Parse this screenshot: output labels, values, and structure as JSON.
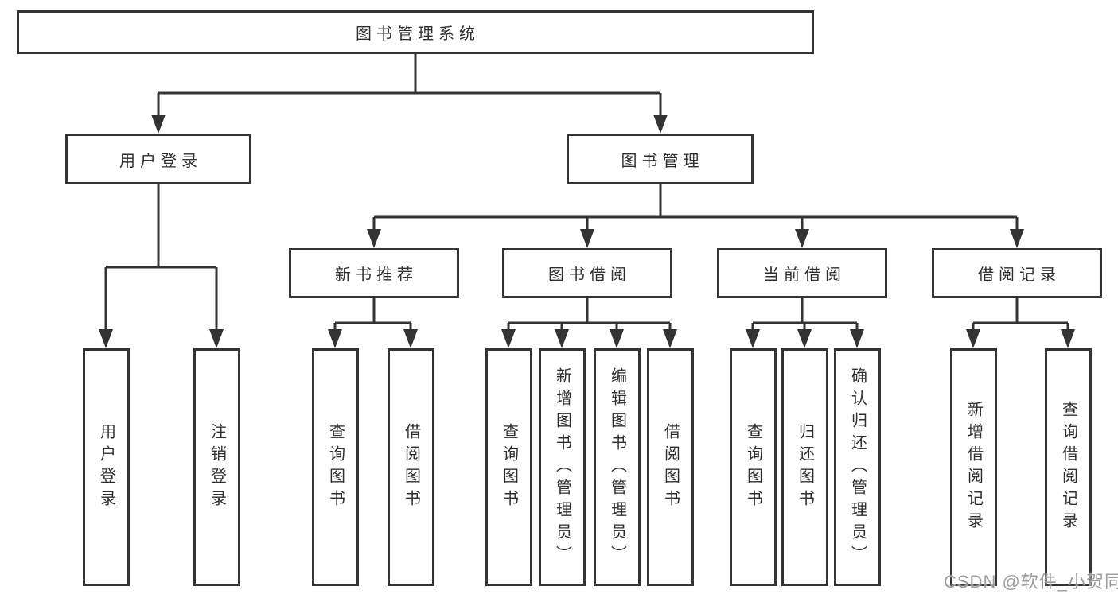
{
  "diagram": {
    "root": {
      "label": "图书管理系统"
    },
    "branches": [
      {
        "label": "用户登录",
        "children": [
          {
            "label": "用户登录"
          },
          {
            "label": "注销登录"
          }
        ]
      },
      {
        "label": "图书管理",
        "children": [
          {
            "label": "新书推荐",
            "children": [
              {
                "label": "查询图书"
              },
              {
                "label": "借阅图书"
              }
            ]
          },
          {
            "label": "图书借阅",
            "children": [
              {
                "label": "查询图书"
              },
              {
                "label": "新增图书（管理员）"
              },
              {
                "label": "编辑图书（管理员）"
              },
              {
                "label": "借阅图书"
              }
            ]
          },
          {
            "label": "当前借阅",
            "children": [
              {
                "label": "查询图书"
              },
              {
                "label": "归还图书"
              },
              {
                "label": "确认归还（管理员）"
              }
            ]
          },
          {
            "label": "借阅记录",
            "children": [
              {
                "label": "新增借阅记录"
              },
              {
                "label": "查询借阅记录"
              }
            ]
          }
        ]
      }
    ]
  },
  "watermark": {
    "text": "CSDN @软件_小贺同学"
  },
  "colors": {
    "line": "#333333",
    "border": "#333333",
    "text": "#2f2f2f",
    "background": "#ffffff",
    "watermark": "#9d9d9d"
  }
}
